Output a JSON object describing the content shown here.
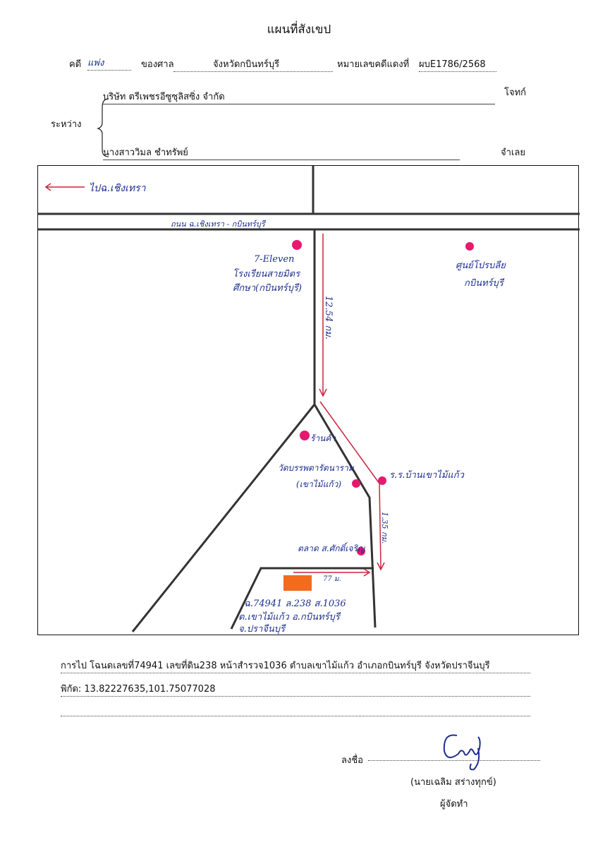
{
  "doc": {
    "title": "แผนที่สังเขป",
    "case_label": "คดี",
    "case_type": "แพ่ง",
    "court_label": "ของศาล",
    "court_name": "จังหวัดกบินทร์บุรี",
    "red_case_label": "หมายเลขคดีแดงที่",
    "red_case_no": "ผบE1786/2568",
    "between_label": "ระหว่าง",
    "plaintiff": "บริษัท ตรีเพชรอีซูซุลิสซิ่ง จำกัด",
    "plaintiff_label": "โจทก์",
    "defendant": "นางสาววิมล ชำทรัพย์",
    "defendant_label": "จำเลย"
  },
  "map": {
    "to_label": "ไปฉ.เชิงเทรา",
    "road_label": "ถนน ฉ.เชิงเทรา - กบินทร์บุรี",
    "seven_eleven": "7-Eleven",
    "school_line1": "โรงเรียนสายมิตร",
    "school_line2": "ศึกษา(กบินทร์บุรี)",
    "center_line1": "ศูนย์โปรบลีย",
    "center_line2": "กบินทร์บุรี",
    "distance_1": "12.54 กม.",
    "shop": "ร้านค้า",
    "temple_line1": "วัดบรรพตารัตนาราม",
    "temple_line2": "(เขาไม้แก้ว)",
    "school2": "ร.ร.บ้านเขาไม้แก้ว",
    "distance_2": "1.35 กม.",
    "market": "ตลาด ส.ศักดิ์เจริญ",
    "distance_3": "77 ม.",
    "land_line1": "ฉ.74941  ล.238 ส.1036",
    "land_line2": "ต.เขาไม้แก้ว  อ.กบินทร์บุรี",
    "land_line3": "จ.ปราจีนบุรี",
    "colors": {
      "ink": "#1d2e8f",
      "marker": "#e8186f",
      "arrow": "#c8263c",
      "plot": "#f36b1c"
    }
  },
  "footer": {
    "directions": "การไป โฉนดเลขที่74941 เลขที่ดิน238 หน้าสำรวจ1036 ตำบลเขาไม้แก้ว อำเภอกบินทร์บุรี จังหวัดปราจีนบุรี",
    "coords": "พิกัด: 13.82227635,101.75077028",
    "sign_label": "ลงชื่อ",
    "signer": "(นายเฉลิม สร่างทุกข์)",
    "role": "ผู้จัดทำ"
  }
}
